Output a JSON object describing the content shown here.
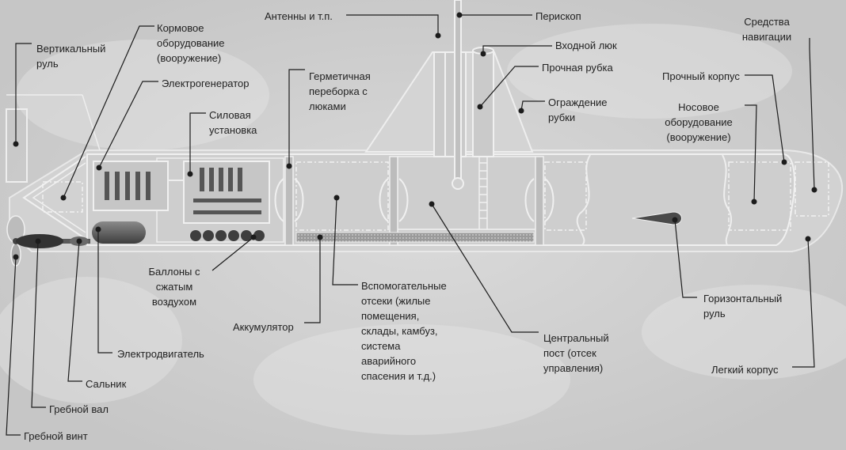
{
  "labels": {
    "vertical_rudder": "Вертикальный\nруль",
    "stern_equipment": "Кормовое\nоборудование\n(вооружение)",
    "generator": "Электрогенератор",
    "power_plant": "Силовая\nустановка",
    "antennas": "Антенны и т.п.",
    "periscope": "Перископ",
    "entry_hatch": "Входной люк",
    "pressure_tower": "Прочная рубка",
    "tower_fence": "Ограждение\nрубки",
    "sealed_bulkhead": "Герметичная\nпереборка с\nлюками",
    "navigation": "Средства\nнавигации",
    "pressure_hull": "Прочный корпус",
    "bow_equipment": "Носовое\nоборудование\n(вооружение)",
    "air_tanks": "Баллоны с\nсжатым воздухом",
    "aux_compartments": "Вспомогательные\nотсеки (жилые\nпомещения,\nсклады, камбуз,\nсистема\nаварийного\nспасения и т.д.)",
    "battery": "Аккумулятор",
    "central_post": "Центральный\nпост (отсек\nуправления)",
    "horizontal_rudder": "Горизонтальный\nруль",
    "electric_motor": "Электродвигатель",
    "gland": "Сальник",
    "propeller_shaft": "Гребной вал",
    "propeller": "Гребной винт",
    "light_hull": "Легкий корпус"
  }
}
